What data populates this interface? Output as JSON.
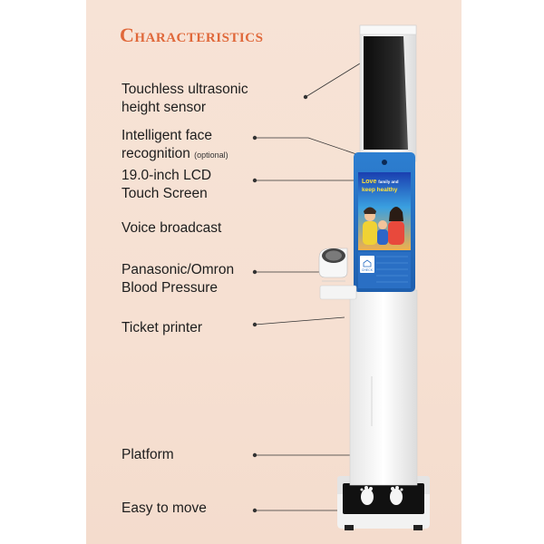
{
  "title": "Characteristics",
  "features": [
    {
      "line1": "Touchless ultrasonic",
      "line2": "height sensor"
    },
    {
      "line1": "Intelligent face",
      "line2": "recognition",
      "note": "(optional)"
    },
    {
      "line1": "19.0-inch LCD",
      "line2": "Touch Screen"
    },
    {
      "line1": "Voice broadcast"
    },
    {
      "line1": "Panasonic/Omron",
      "line2": "Blood Pressure"
    },
    {
      "line1": "Ticket printer"
    },
    {
      "line1": "Platform"
    },
    {
      "line1": "Easy to move"
    }
  ],
  "screen": {
    "headline1": "Love",
    "headline1b": "family and",
    "headline2": "keep healthy",
    "button_label": "CHECK"
  }
}
